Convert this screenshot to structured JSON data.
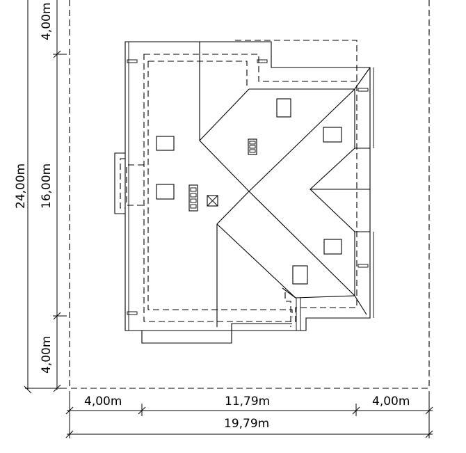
{
  "plan": {
    "dimensions": {
      "left_top": "4,00m",
      "left_mid": "16,00m",
      "left_bottom": "4,00m",
      "left_total": "24,00m",
      "bottom_left": "4,00m",
      "bottom_mid": "11,79m",
      "bottom_right": "4,00m",
      "bottom_total": "19,79m"
    }
  }
}
